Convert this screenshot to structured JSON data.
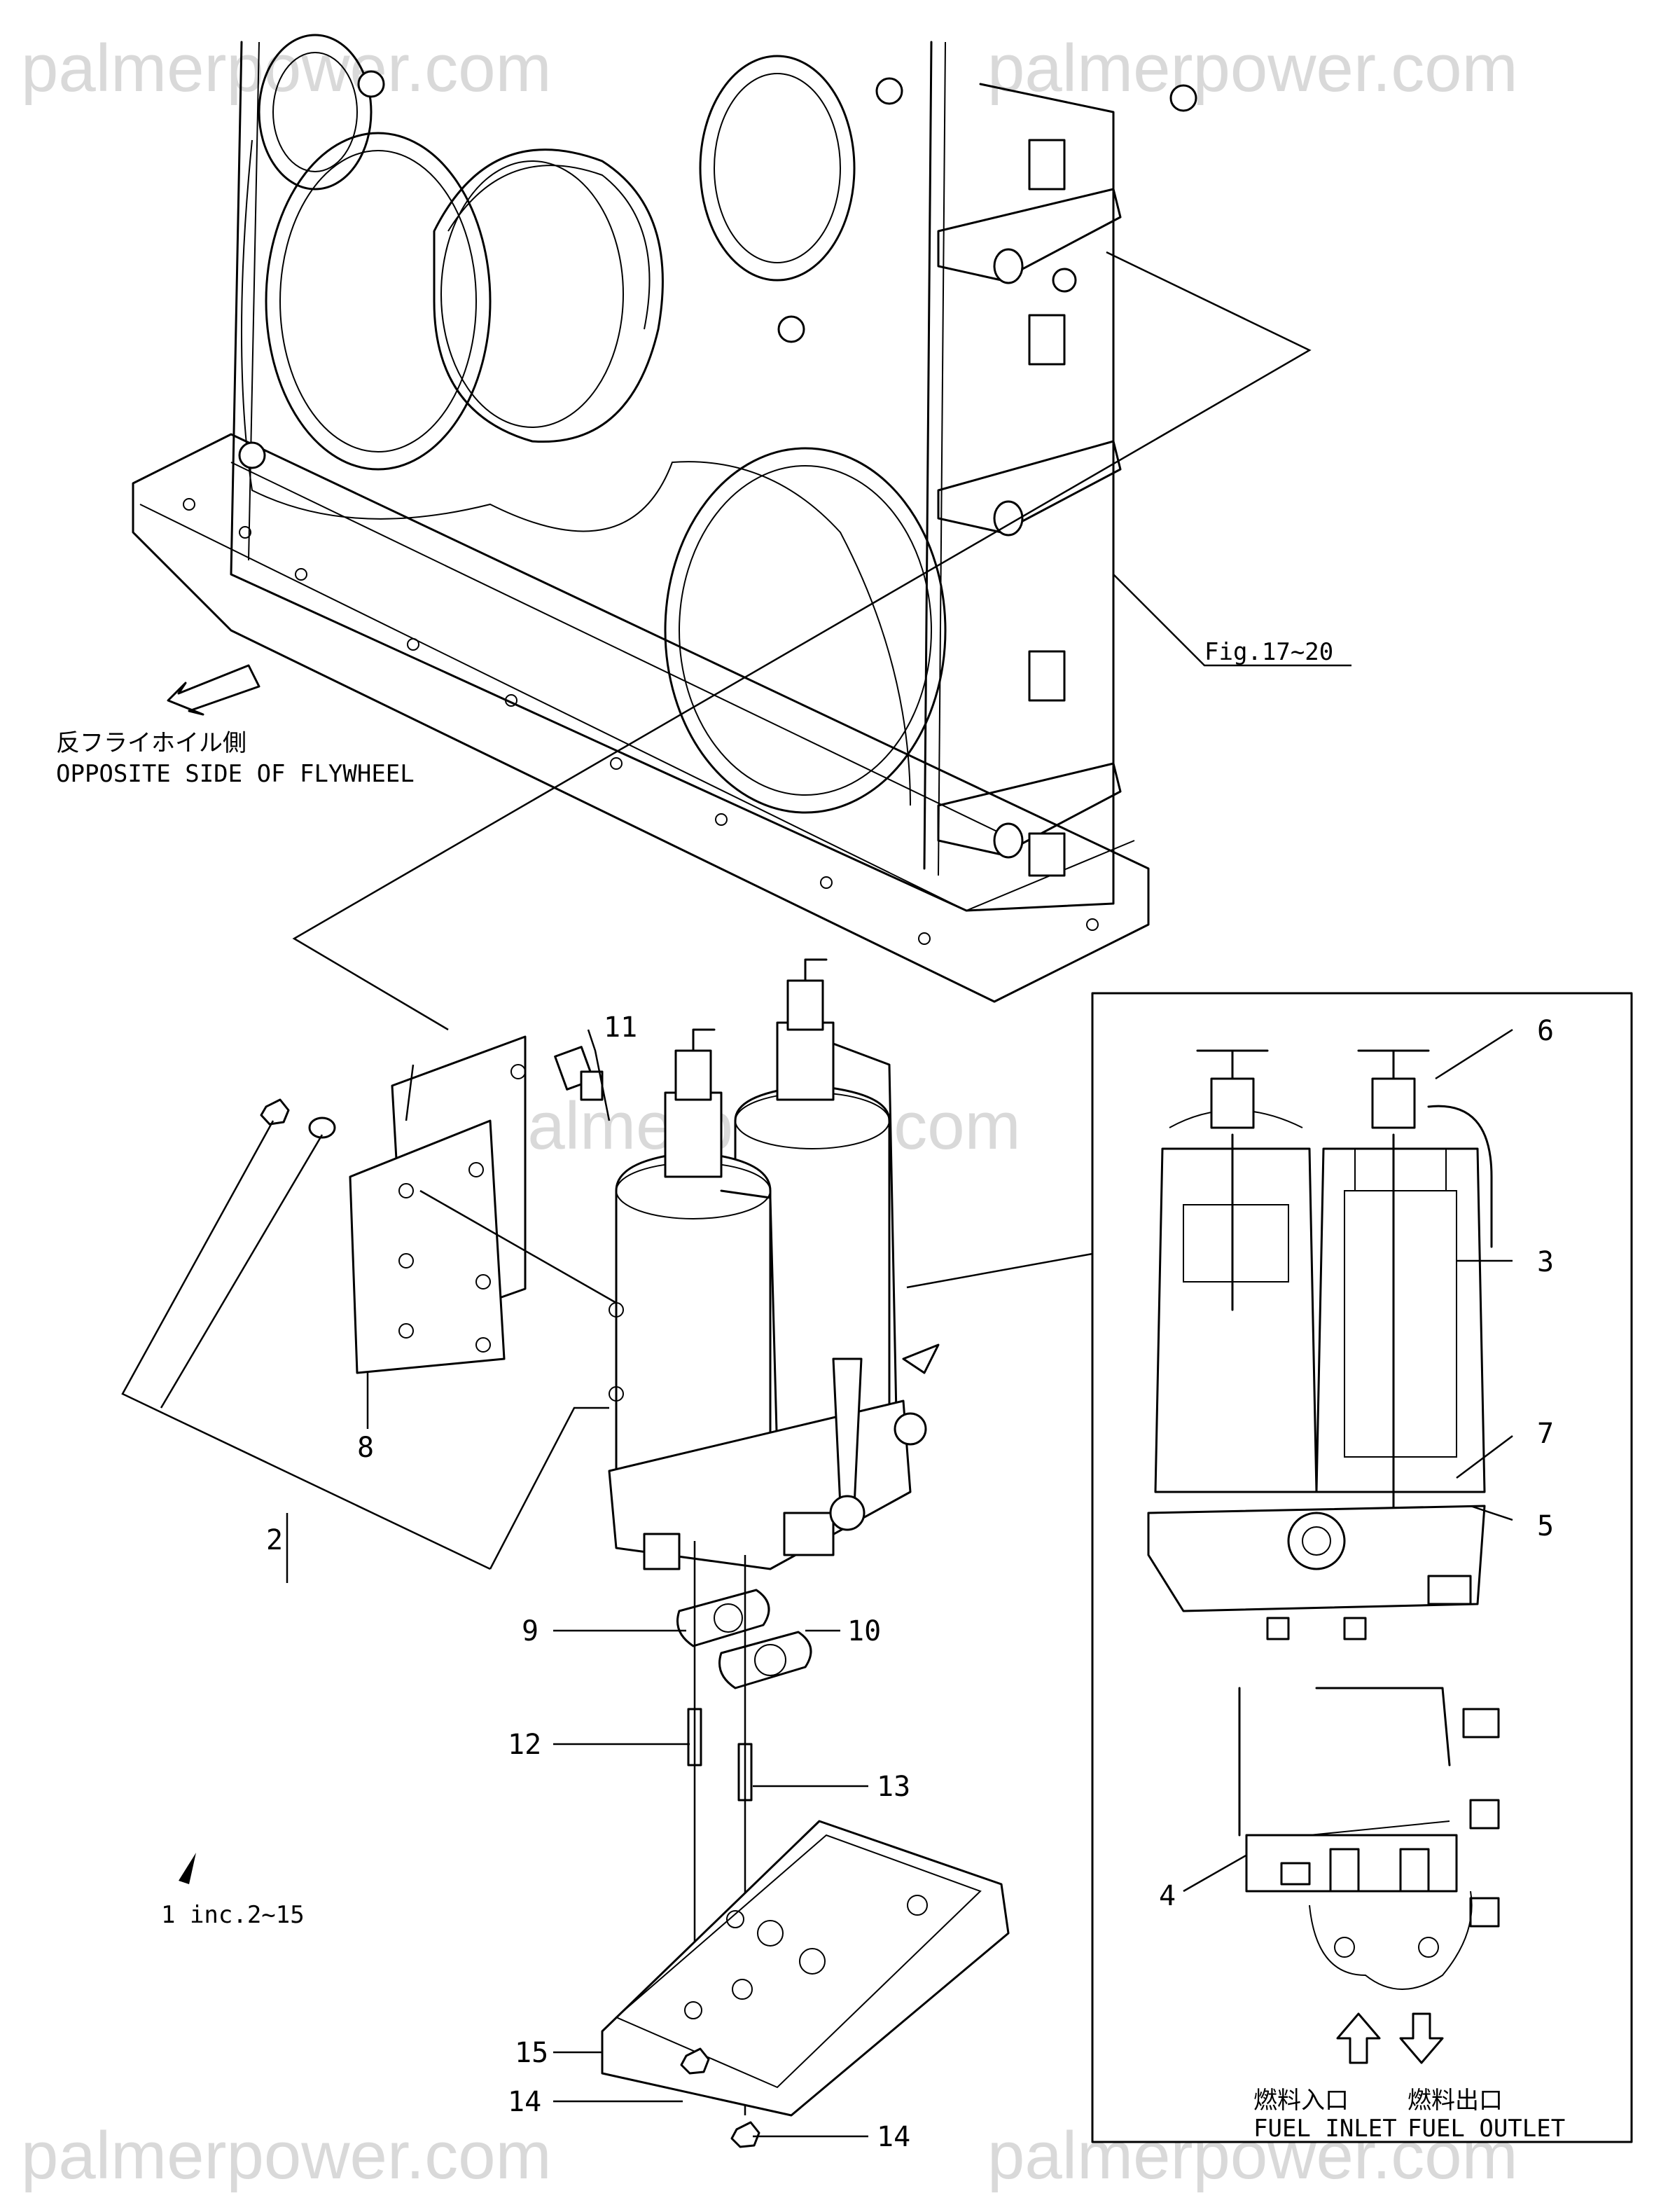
{
  "watermark": {
    "text_top_left": "palmerpower.com",
    "text_top_right": "palmerpower.com",
    "text_center": "palmerpower.com",
    "text_bottom_left": "palmerpower.com",
    "text_bottom_right": "palmerpower.com"
  },
  "figure_ref": "Fig.17~20",
  "direction_note": {
    "jp": "反フライホイル側",
    "en": "OPPOSITE SIDE OF FLYWHEEL"
  },
  "assembly_note": "1 inc.2~15",
  "callouts": {
    "c2": "2",
    "c3": "3",
    "c4": "4",
    "c5": "5",
    "c6": "6",
    "c7": "7",
    "c8": "8",
    "c9": "9",
    "c10": "10",
    "c11": "11",
    "c12": "12",
    "c13": "13",
    "c14a": "14",
    "c14b": "14",
    "c15": "15"
  },
  "fuel_inlet": {
    "jp": "燃料入口",
    "en": "FUEL INLET"
  },
  "fuel_outlet": {
    "jp": "燃料出口",
    "en": "FUEL OUTLET"
  }
}
